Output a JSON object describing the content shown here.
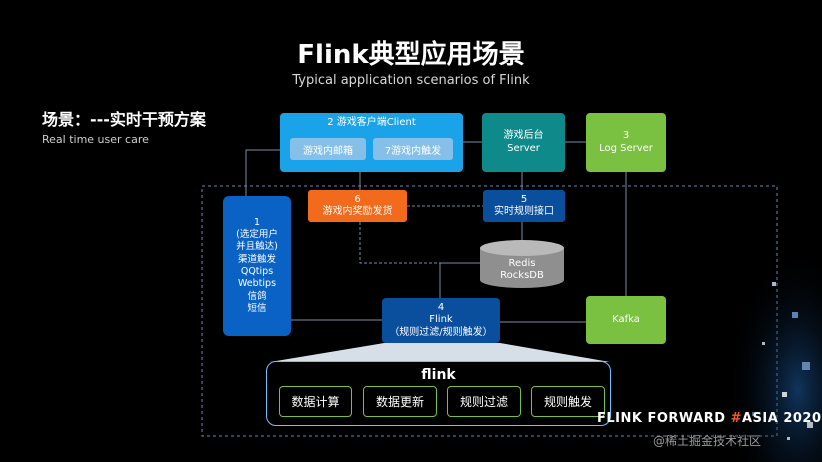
{
  "header": {
    "title": "Flink典型应用场景",
    "subtitle": "Typical application scenarios of Flink"
  },
  "scene": {
    "title": "场景：---实时干预方案",
    "subtitle": "Real time user care"
  },
  "nodes": {
    "client": {
      "label": "2 游戏客户端Client",
      "sub1": "游戏内邮箱",
      "sub2": "7游戏内触发"
    },
    "backend": {
      "line1": "游戏后台",
      "line2": "Server"
    },
    "log_server": {
      "line1": "3",
      "line2": "Log Server"
    },
    "reward": {
      "line1": "6",
      "line2": "游戏内奖励发货"
    },
    "rule_api": {
      "line1": "5",
      "line2": "实时规则接口"
    },
    "redis": {
      "line1": "Redis",
      "line2": "RocksDB"
    },
    "select_user": {
      "lines": [
        "1",
        "(选定用户",
        "并且触达)",
        "渠道触发",
        "QQtips",
        "Webtips",
        "信鸽",
        "短信"
      ]
    },
    "flink_node": {
      "line1": "4",
      "line2": "Flink",
      "line3": "（规则过滤/规则触发）"
    },
    "kafka": {
      "label": "Kafka"
    }
  },
  "flink_panel": {
    "label": "flink",
    "tasks": [
      "数据计算",
      "数据更新",
      "规则过滤",
      "规则触发"
    ]
  },
  "footer": {
    "brand_a": "FLINK FORWARD ",
    "brand_hash": "#",
    "brand_b": "ASIA 2020",
    "watermark": "@稀土掘金技术社区"
  },
  "colors": {
    "client_blue": "#1aa3e8",
    "teal": "#0f8a8a",
    "green": "#7ac142",
    "orange": "#f26a1b",
    "navy": "#0a4f9e",
    "gray": "#8f8f8f"
  }
}
